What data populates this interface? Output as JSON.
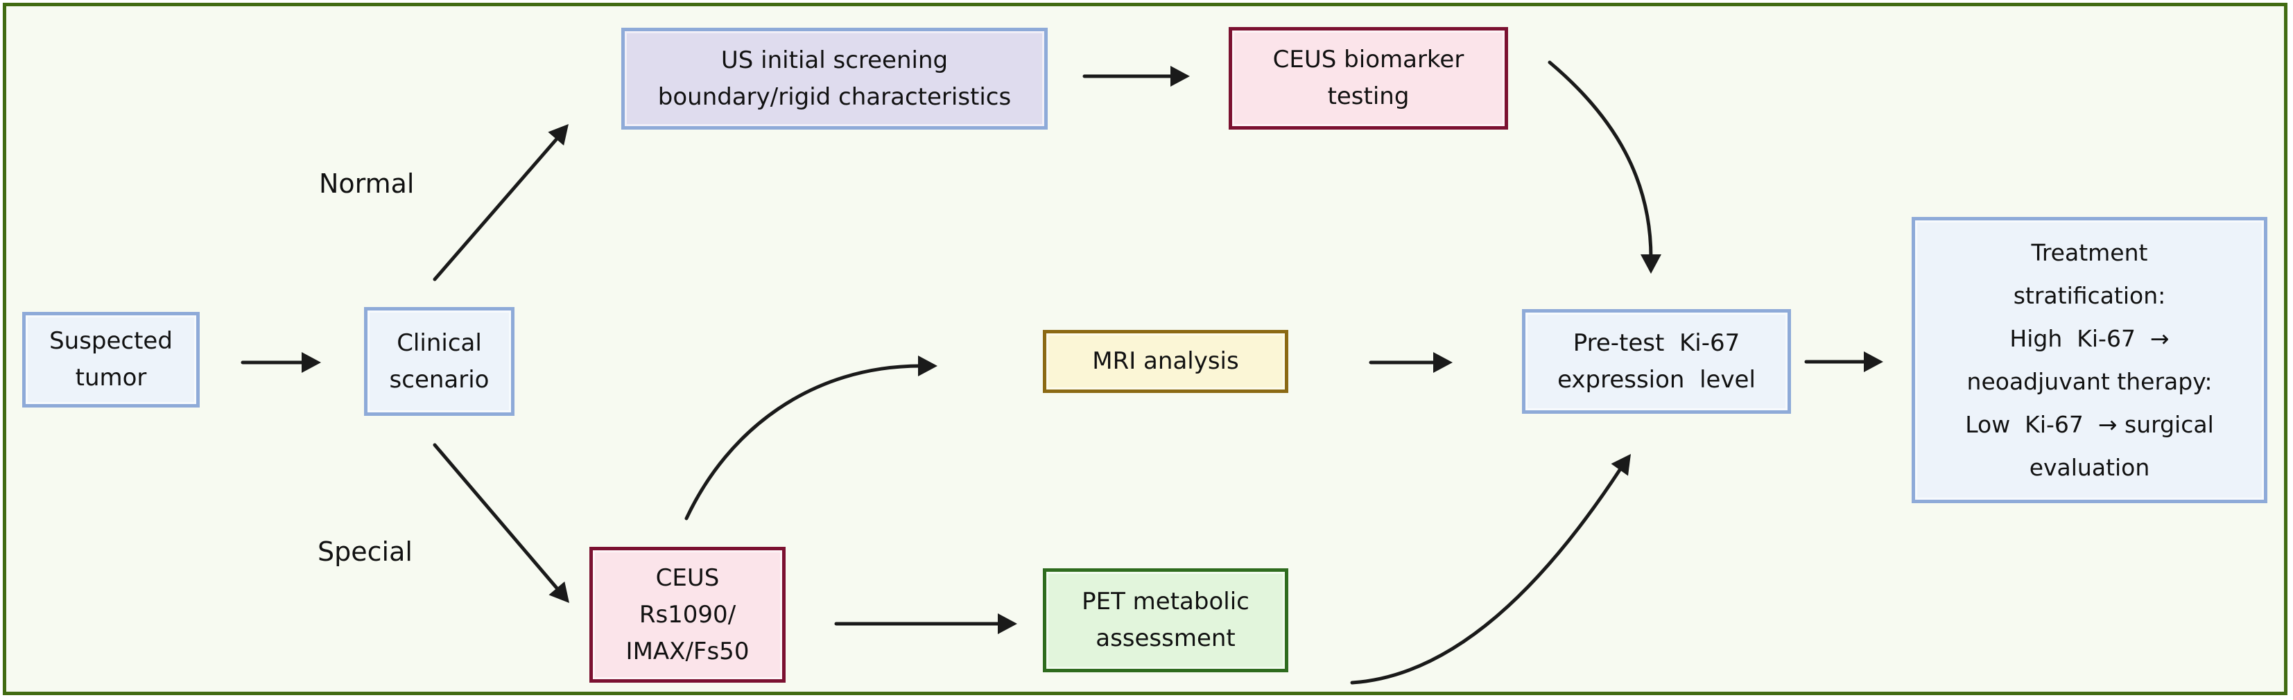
{
  "diagram": {
    "type": "flowchart",
    "nodes": {
      "suspected_tumor": {
        "lines": [
          "Suspected",
          "tumor"
        ]
      },
      "clinical_scenario": {
        "lines": [
          "Clinical",
          "scenario"
        ]
      },
      "us_screening": {
        "lines": [
          "US initial screening",
          "boundary/rigid characteristics"
        ]
      },
      "ceus_biomarker": {
        "lines": [
          "CEUS biomarker",
          "testing"
        ]
      },
      "mri_analysis": {
        "lines": [
          "MRI analysis"
        ]
      },
      "ceus_rs": {
        "lines": [
          "CEUS",
          "Rs1090/",
          "IMAX/Fs50"
        ]
      },
      "pet_assessment": {
        "lines": [
          "PET metabolic",
          "assessment"
        ]
      },
      "pretest_ki67": {
        "lines": [
          "Pre-test  Ki-67",
          "expression  level"
        ]
      },
      "treatment": {
        "lines": [
          "Treatment",
          "stratification:",
          "High  Ki-67  →",
          "neoadjuvant therapy:",
          "Low  Ki-67  → surgical",
          "evaluation"
        ]
      }
    },
    "edge_labels": {
      "normal": "Normal",
      "special": "Special"
    },
    "edges": [
      {
        "from": "Suspected tumor",
        "to": "Clinical scenario"
      },
      {
        "from": "Clinical scenario",
        "to": "US initial screening",
        "label": "Normal"
      },
      {
        "from": "Clinical scenario",
        "to": "CEUS Rs1090/IMAX/Fs50",
        "label": "Special"
      },
      {
        "from": "US initial screening",
        "to": "CEUS biomarker testing"
      },
      {
        "from": "CEUS biomarker testing",
        "to": "Pre-test Ki-67 expression level"
      },
      {
        "from": "CEUS Rs1090/IMAX/Fs50",
        "to": "MRI analysis"
      },
      {
        "from": "MRI analysis",
        "to": "Pre-test Ki-67 expression level"
      },
      {
        "from": "CEUS Rs1090/IMAX/Fs50",
        "to": "PET metabolic assessment"
      },
      {
        "from": "PET metabolic assessment",
        "to": "Pre-test Ki-67 expression level"
      },
      {
        "from": "Pre-test Ki-67 expression level",
        "to": "Treatment stratification"
      }
    ],
    "colors": {
      "frame_border": "#416b12",
      "background": "#f7faf1",
      "blue_fill": "#edf3fa",
      "blue_border": "#8eaad8",
      "lavender_fill": "#dfdcee",
      "rose_fill": "#fbe4ea",
      "rose_border": "#7b1131",
      "sand_fill": "#fbf6d6",
      "sand_border": "#8b6914",
      "mint_fill": "#e2f5dc",
      "mint_border": "#2e6b1e",
      "arrow": "#1a1a1a"
    }
  }
}
